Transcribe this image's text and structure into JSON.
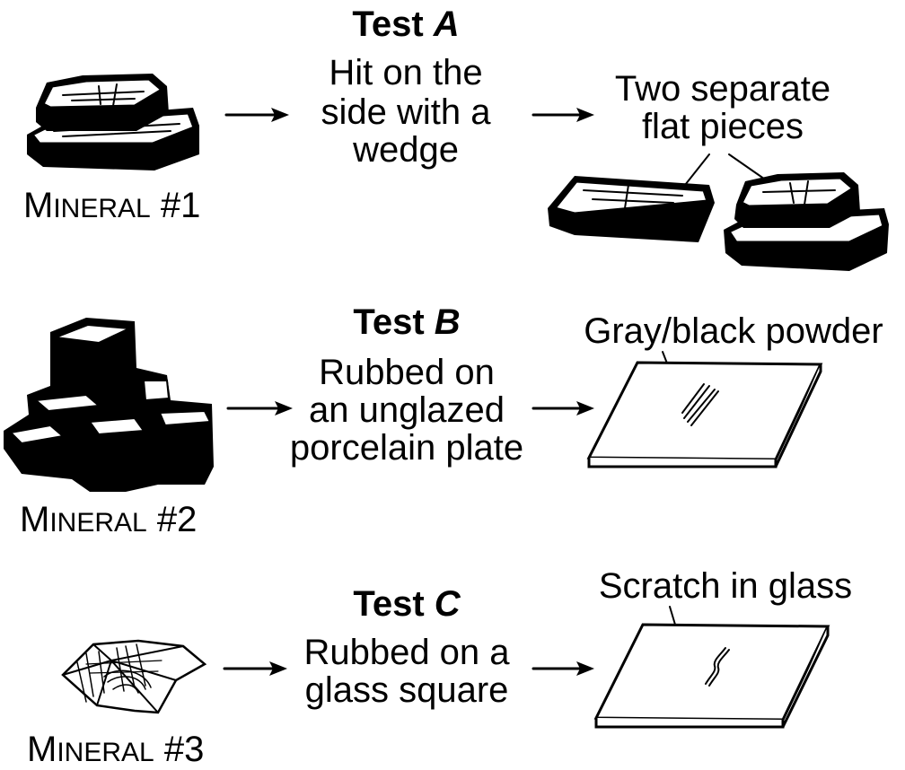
{
  "colors": {
    "ink": "#000000",
    "paper": "#ffffff"
  },
  "rows": [
    {
      "mineral": {
        "initial": "M",
        "rest": "INERAL",
        "number": " #1"
      },
      "test": {
        "prefix": "Test ",
        "letter": "A",
        "lines": [
          "Hit on the",
          "side with a",
          "wedge"
        ]
      },
      "result": {
        "lines": [
          "Two separate",
          "flat pieces"
        ]
      }
    },
    {
      "mineral": {
        "initial": "M",
        "rest": "INERAL",
        "number": " #2"
      },
      "test": {
        "prefix": "Test ",
        "letter": "B",
        "lines": [
          "Rubbed on",
          "an unglazed",
          "porcelain plate"
        ]
      },
      "result": {
        "lines": [
          "Gray/black powder"
        ]
      }
    },
    {
      "mineral": {
        "initial": "M",
        "rest": "INERAL",
        "number": " #3"
      },
      "test": {
        "prefix": "Test ",
        "letter": "C",
        "lines": [
          "Rubbed on a",
          "glass square"
        ]
      },
      "result": {
        "lines": [
          "Scratch in glass"
        ]
      }
    }
  ]
}
